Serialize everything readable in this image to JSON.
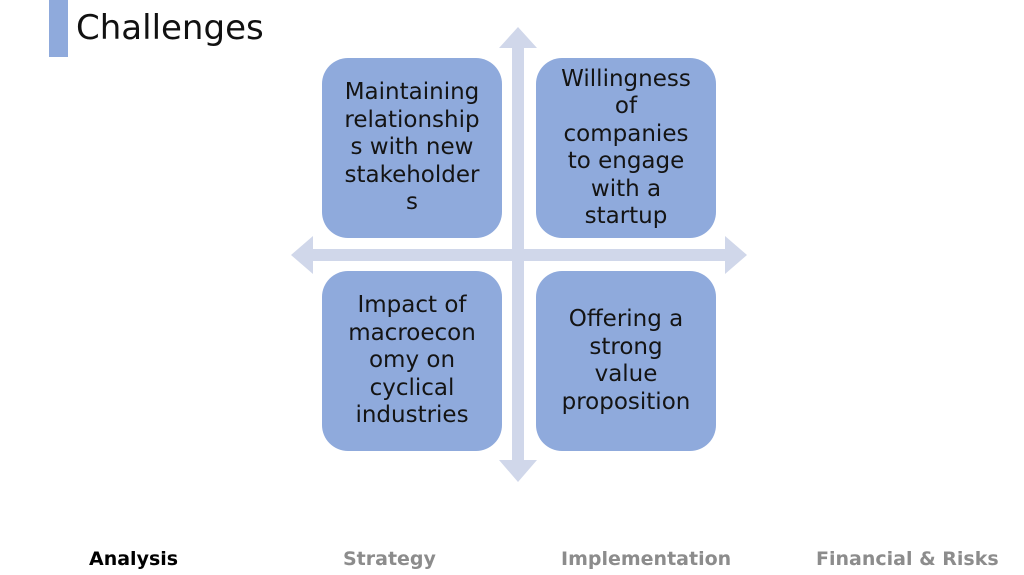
{
  "slide": {
    "title": "Challenges",
    "accent_color": "#8faadc",
    "arrow_color": "#d0d7ea"
  },
  "quadrants": [
    {
      "text": "Maintaining\nrelationship\ns with new\nstakeholder\ns"
    },
    {
      "text": "Willingness\nof\ncompanies\nto engage\nwith a\nstartup"
    },
    {
      "text": "Impact of\nmacroecon\nomy on\ncyclical\nindustries"
    },
    {
      "text": "Offering a\nstrong\nvalue\nproposition"
    }
  ],
  "nav": {
    "items": [
      {
        "label": "Analysis",
        "active": true
      },
      {
        "label": "Strategy",
        "active": false
      },
      {
        "label": "Implementation",
        "active": false
      },
      {
        "label": "Financial & Risks",
        "active": false
      }
    ]
  }
}
